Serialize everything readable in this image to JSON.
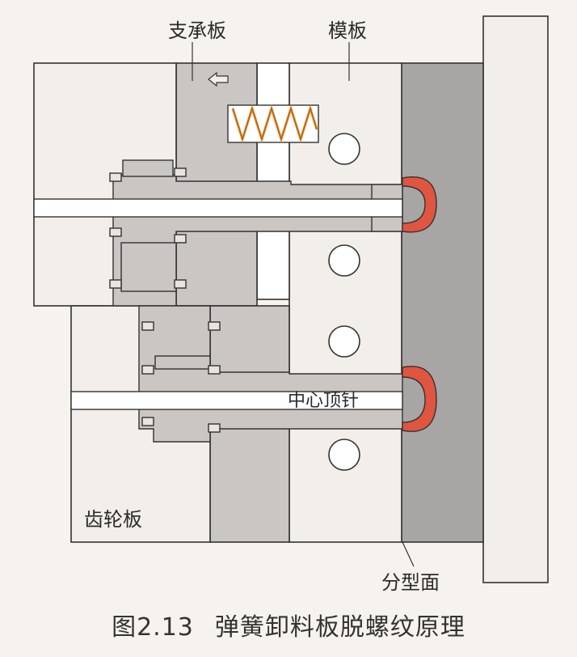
{
  "labels": {
    "support_plate": "支承板",
    "template_plate": "模板",
    "center_pin": "中心顶针",
    "gear_plate": "齿轮板",
    "parting_surface": "分型面"
  },
  "caption": {
    "number": "图2.13",
    "title": "弹簧卸料板脱螺纹原理"
  },
  "colors": {
    "plate_light": "#f2efea",
    "plate_mid": "#c9c6c4",
    "plate_dark": "#a8a5a5",
    "thread_red": "#e0553f",
    "spring_orange": "#e8912f",
    "outline": "#333333"
  },
  "icons": {
    "motion_arrow": "left-arrow-icon",
    "spring": "spring-icon"
  }
}
